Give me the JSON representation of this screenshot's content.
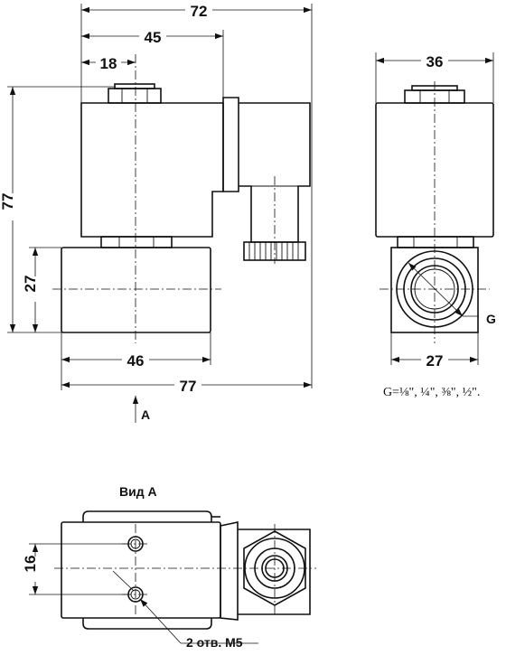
{
  "dimensions": {
    "width_72": "72",
    "width_45": "45",
    "width_18": "18",
    "height_77": "77",
    "height_27": "27",
    "width_46": "46",
    "width_77": "77",
    "side_36": "36",
    "side_27": "27",
    "bottom_16": "16"
  },
  "labels": {
    "arrow_a": "A",
    "port_g": "G",
    "thread_note": "G=⅛\", ¼\", ⅜\", ½\".",
    "view_title": "Вид А",
    "holes_note": "2 отв. М5"
  }
}
